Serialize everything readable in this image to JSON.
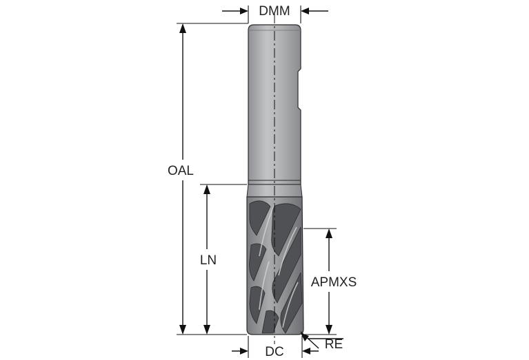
{
  "labels": {
    "dmm": "DMM",
    "oal": "OAL",
    "ln": "LN",
    "apmxs": "APMXS",
    "dc": "DC",
    "re": "RE"
  },
  "colors": {
    "shank_light": "#b8b9bb",
    "shank_dark": "#8f9194",
    "flute_dark": "#56585b",
    "flute_light": "#c9cacc",
    "outline": "#2a2a2a"
  }
}
